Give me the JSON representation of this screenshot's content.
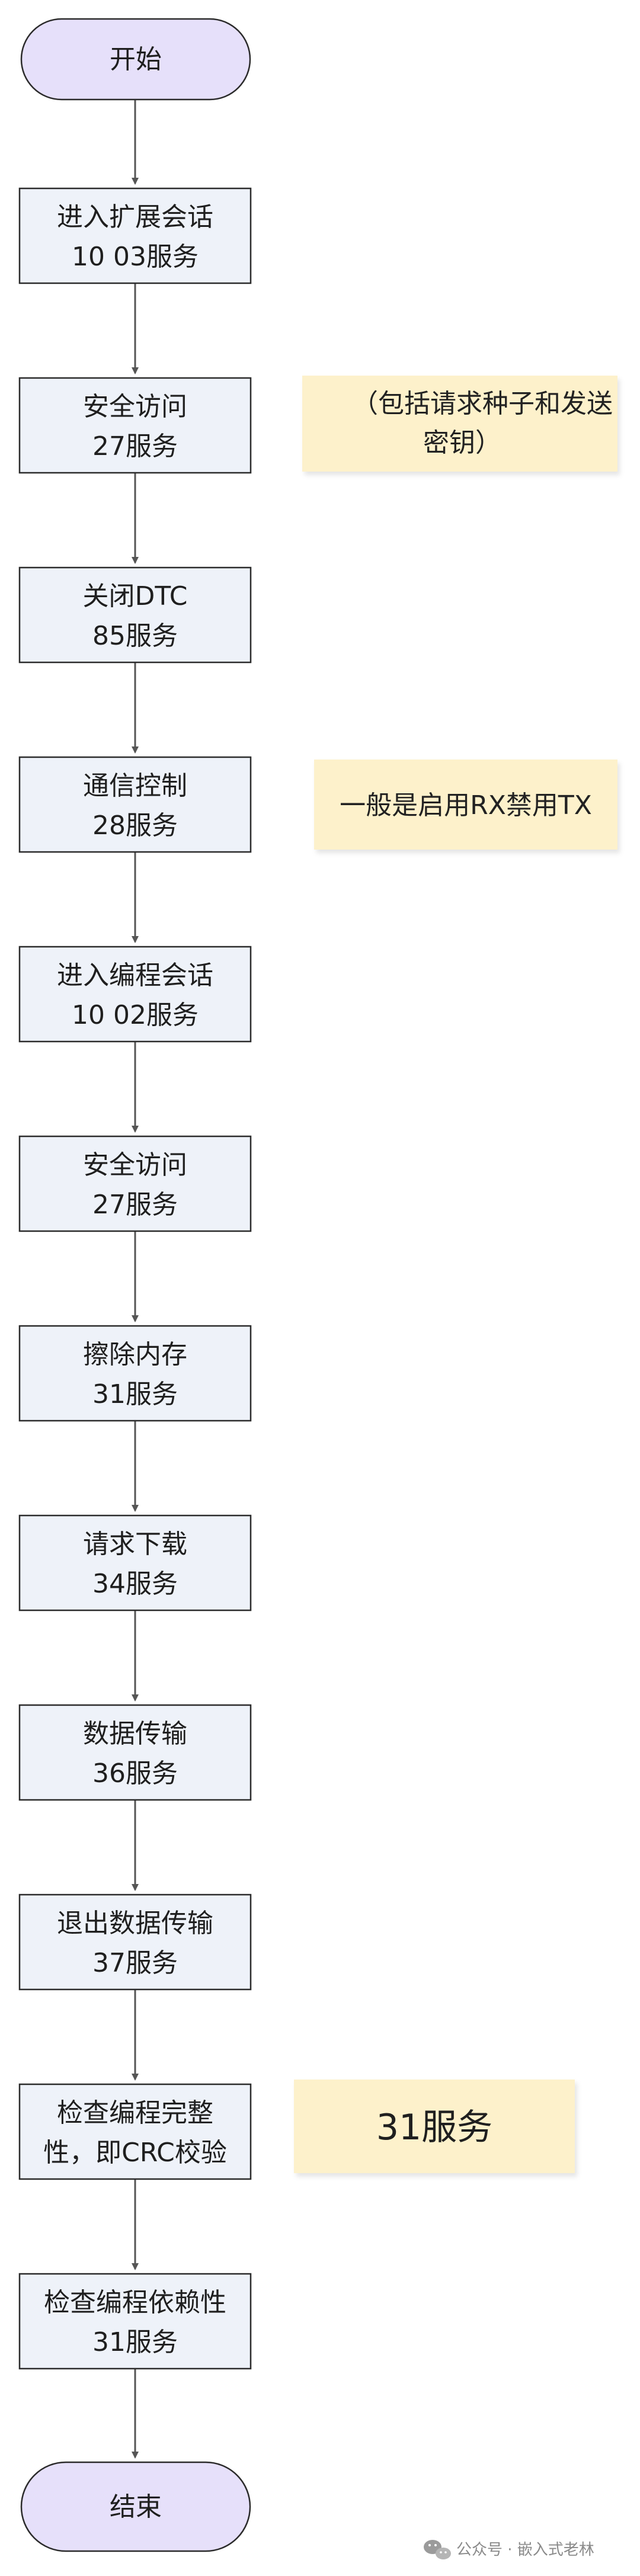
{
  "colors": {
    "terminal_fill": "#e6e0fa",
    "process_fill": "#eef2f9",
    "note_fill": "#fdf1cb",
    "stroke": "#2b2b2b",
    "arrow": "#555555"
  },
  "flow": {
    "start": "开始",
    "steps": [
      {
        "line1": "进入扩展会话",
        "line2": "10 03服务"
      },
      {
        "line1": "安全访问",
        "line2": "27服务"
      },
      {
        "line1": "关闭DTC",
        "line2": "85服务"
      },
      {
        "line1": "通信控制",
        "line2": "28服务"
      },
      {
        "line1": "进入编程会话",
        "line2": "10 02服务"
      },
      {
        "line1": "安全访问",
        "line2": "27服务"
      },
      {
        "line1": "擦除内存",
        "line2": "31服务"
      },
      {
        "line1": "请求下载",
        "line2": "34服务"
      },
      {
        "line1": "数据传输",
        "line2": "36服务"
      },
      {
        "line1": "退出数据传输",
        "line2": "37服务"
      },
      {
        "line1": "检查编程完整",
        "line2": "性，即CRC校验"
      },
      {
        "line1": "检查编程依赖性",
        "line2": "31服务"
      }
    ],
    "end": "结束"
  },
  "notes": {
    "security_access": {
      "line1": "（包括请求种子和发送",
      "line2": "密钥）"
    },
    "comm_control": "一般是启用RX禁用TX",
    "crc_check": "31服务"
  },
  "watermark": {
    "text": "公众号 · 嵌入式老林",
    "icon": "wechat-icon"
  }
}
